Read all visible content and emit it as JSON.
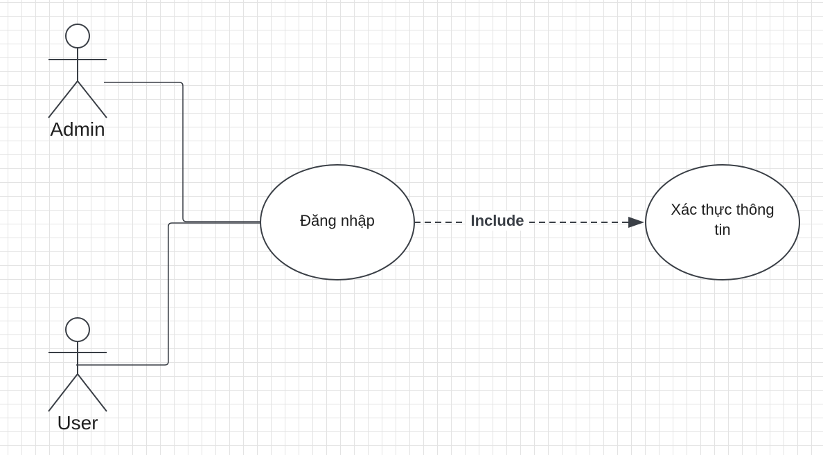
{
  "diagram": {
    "actors": [
      {
        "name": "Admin"
      },
      {
        "name": "User"
      }
    ],
    "use_cases": [
      {
        "lines": [
          "Đăng nhập"
        ]
      },
      {
        "lines": [
          "Xác thực thông",
          "tin"
        ]
      }
    ],
    "relationships": [
      {
        "from": "Admin",
        "to": "Đăng nhập",
        "type": "association"
      },
      {
        "from": "User",
        "to": "Đăng nhập",
        "type": "association"
      },
      {
        "from": "Đăng nhập",
        "to": "Xác thực thông tin",
        "type": "include",
        "label": "Include"
      }
    ]
  },
  "colors": {
    "stroke": "#3a3f46",
    "grid": "#e3e3e3",
    "background": "#ffffff"
  }
}
